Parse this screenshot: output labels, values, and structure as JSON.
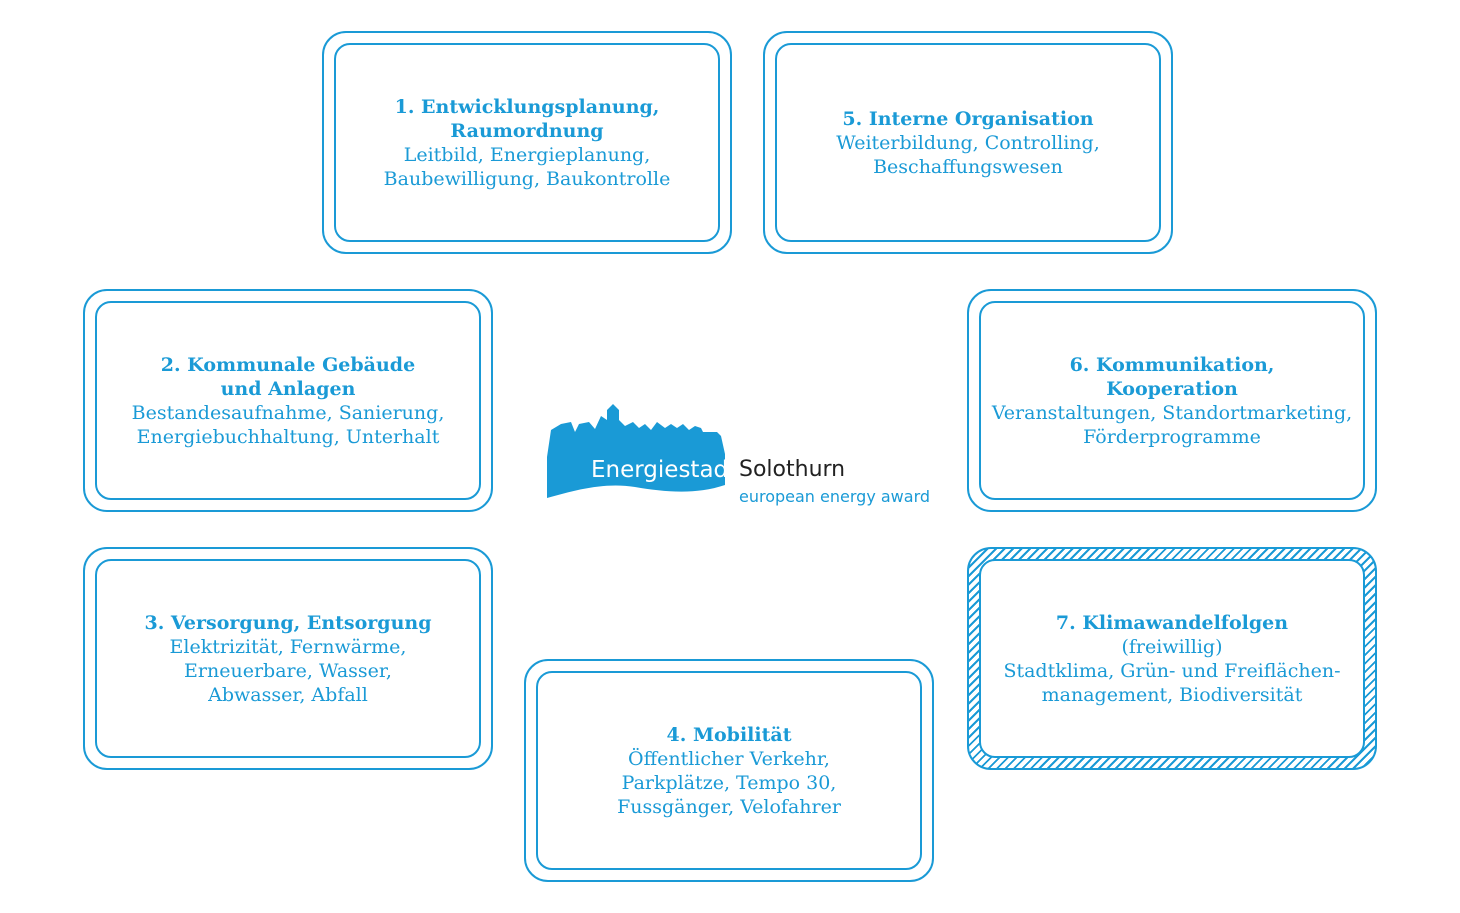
{
  "colors": {
    "accent": "#1a9ad6",
    "logo_text": "#222222",
    "background": "#ffffff"
  },
  "logo": {
    "name": "Energiestadt",
    "city": "Solothurn",
    "tagline": "european energy award"
  },
  "boxes": [
    {
      "title": "1. Entwicklungsplanung,\nRaumordnung",
      "description": "Leitbild, Energieplanung,\nBaubewilligung, Baukontrolle"
    },
    {
      "title": "2. Kommunale Gebäude\nund Anlagen",
      "description": "Bestandesaufnahme, Sanierung,\nEnergiebuchhaltung, Unterhalt"
    },
    {
      "title": "3. Versorgung, Entsorgung",
      "description": "Elektrizität, Fernwärme,\nErneuerbare, Wasser,\nAbwasser, Abfall"
    },
    {
      "title": "4. Mobilität",
      "description": "Öffentlicher Verkehr,\nParkplätze, Tempo 30,\nFussgänger, Velofahrer"
    },
    {
      "title": "5. Interne Organisation",
      "description": "Weiterbildung, Controlling,\nBeschaffungswesen"
    },
    {
      "title": "6. Kommunikation,\nKooperation",
      "description": "Veranstaltungen, Standortmarketing,\nFörderprogramme"
    },
    {
      "title": "7. Klimawandelfolgen",
      "description": "(freiwillig)\nStadtklima, Grün- und Freiflächen-\nmanagement, Biodiversität"
    }
  ]
}
